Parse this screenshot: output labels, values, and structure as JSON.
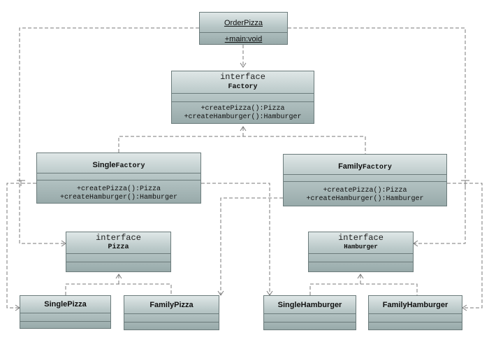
{
  "classes": {
    "order_pizza": {
      "name": "OrderPizza",
      "method": "+main:void"
    },
    "factory": {
      "stereotype": "interface",
      "name": "Factory",
      "methods": [
        "+createPizza():Pizza",
        "+createHamburger():Hamburger"
      ]
    },
    "single_factory": {
      "name_bold_part": "Single",
      "name_rest": "Factory",
      "methods": [
        "+createPizza():Pizza",
        "+createHamburger():Hamburger"
      ]
    },
    "family_factory": {
      "name_bold_part": "Family",
      "name_rest": "Factory",
      "methods": [
        "+createPizza():Pizza",
        "+createHamburger():Hamburger"
      ]
    },
    "pizza": {
      "stereotype": "interface",
      "name": "Pizza"
    },
    "hamburger": {
      "stereotype": "interface",
      "name": "Hamburger"
    },
    "single_pizza": {
      "name": "SinglePizza"
    },
    "family_pizza": {
      "name": "FamilyPizza"
    },
    "single_hamburger": {
      "name": "SingleHamburger"
    },
    "family_hamburger": {
      "name": "FamilyHamburger"
    }
  },
  "colors": {
    "box_border": "#6b7b7b",
    "line": "#777777",
    "box_fill_top": "#dfe7e7",
    "box_fill_bottom": "#98aaaa"
  }
}
